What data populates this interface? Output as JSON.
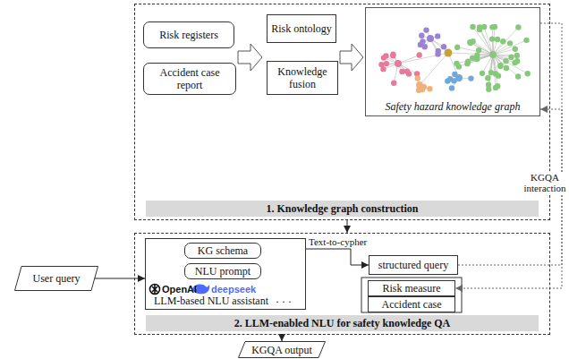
{
  "diagram": {
    "nodes": [
      {
        "text": [
          "1. Knowledge graph construction"
        ]
      },
      {
        "text": [
          "Risk registers"
        ],
        "in": 0
      },
      {
        "text": [
          "Accident case report"
        ],
        "in": 0
      },
      {
        "text": [
          "Risk ontology"
        ],
        "in": 0
      },
      {
        "text": [
          "Knowledge fusion"
        ],
        "in": 0
      },
      {
        "text": [
          "Safety hazard knowledge graph"
        ],
        "in": 0
      },
      {
        "text": [
          "2. LLM-enabled NLU for safety knowledge QA"
        ]
      },
      {
        "text": [
          "User query"
        ]
      },
      {
        "text": [
          "LLM-based NLU assistant"
        ],
        "in": 6
      },
      {
        "text": [
          "KG schema"
        ],
        "in": 8
      },
      {
        "text": [
          "NLU prompt"
        ],
        "in": 8
      },
      {
        "text": [
          "structured query"
        ],
        "in": 6
      },
      {
        "text": [
          "Risk measure"
        ],
        "in": 6
      },
      {
        "text": [
          "Accident case"
        ],
        "in": 6
      },
      {
        "text": [
          "KGQA output"
        ]
      }
    ],
    "edges": [
      {
        "from": 0,
        "to": 6,
        "arrow": "to"
      },
      {
        "from": 7,
        "to": 8,
        "arrow": "to"
      },
      {
        "from": 8,
        "to": 11,
        "label": "Text-to-cypher",
        "arrow": "to"
      },
      {
        "from": 11,
        "to": 5,
        "arrow": "to"
      },
      {
        "from": 5,
        "to": 12,
        "arrow": "to"
      },
      {
        "from": 6,
        "to": 14,
        "arrow": "to"
      }
    ],
    "labels": [
      "KGQA interaction",
      "OpenAI",
      "deepseek",
      "· · ·"
    ]
  }
}
